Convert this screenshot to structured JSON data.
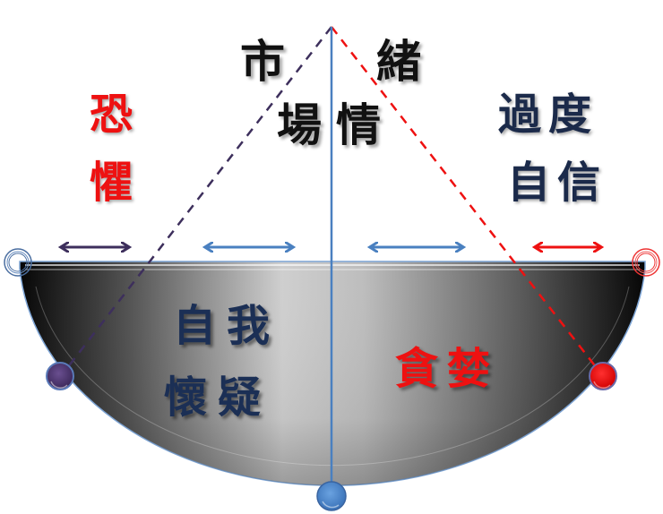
{
  "diagram": {
    "title_chars": [
      "市",
      "場",
      "情",
      "緒"
    ],
    "title": "市場情緒",
    "left_top_label": {
      "line1": "恐",
      "line2": "懼",
      "color": "#ee1111"
    },
    "right_top_label": {
      "line1": "過度",
      "line2": "自信",
      "color": "#1b2a4a"
    },
    "left_bowl_label": {
      "line1": "自我",
      "line2": "懷疑",
      "color": "#1b2f55"
    },
    "right_bowl_label": {
      "text": "貪婪",
      "color": "#ee1111"
    },
    "colors": {
      "purple": "#3d2f5c",
      "blue": "#4a80c0",
      "red": "#ee1111",
      "bowl_dark": "#0a0a0a",
      "bowl_light": "#d8d8d8"
    },
    "arrows": [
      {
        "id": "fear-arrow",
        "color": "#3d2f5c"
      },
      {
        "id": "left-blue-arrow",
        "color": "#4a80c0"
      },
      {
        "id": "right-blue-arrow",
        "color": "#4a80c0"
      },
      {
        "id": "overconfidence-arrow",
        "color": "#ee1111"
      }
    ],
    "markers": [
      {
        "id": "left-hollow-ring",
        "color": "#4a6ea0"
      },
      {
        "id": "right-hollow-ring",
        "color": "#ee3333"
      },
      {
        "id": "purple-ball",
        "color": "#4b3570"
      },
      {
        "id": "red-ball",
        "color": "#ff0000"
      },
      {
        "id": "blue-ball",
        "color": "#4a86cc"
      }
    ]
  }
}
